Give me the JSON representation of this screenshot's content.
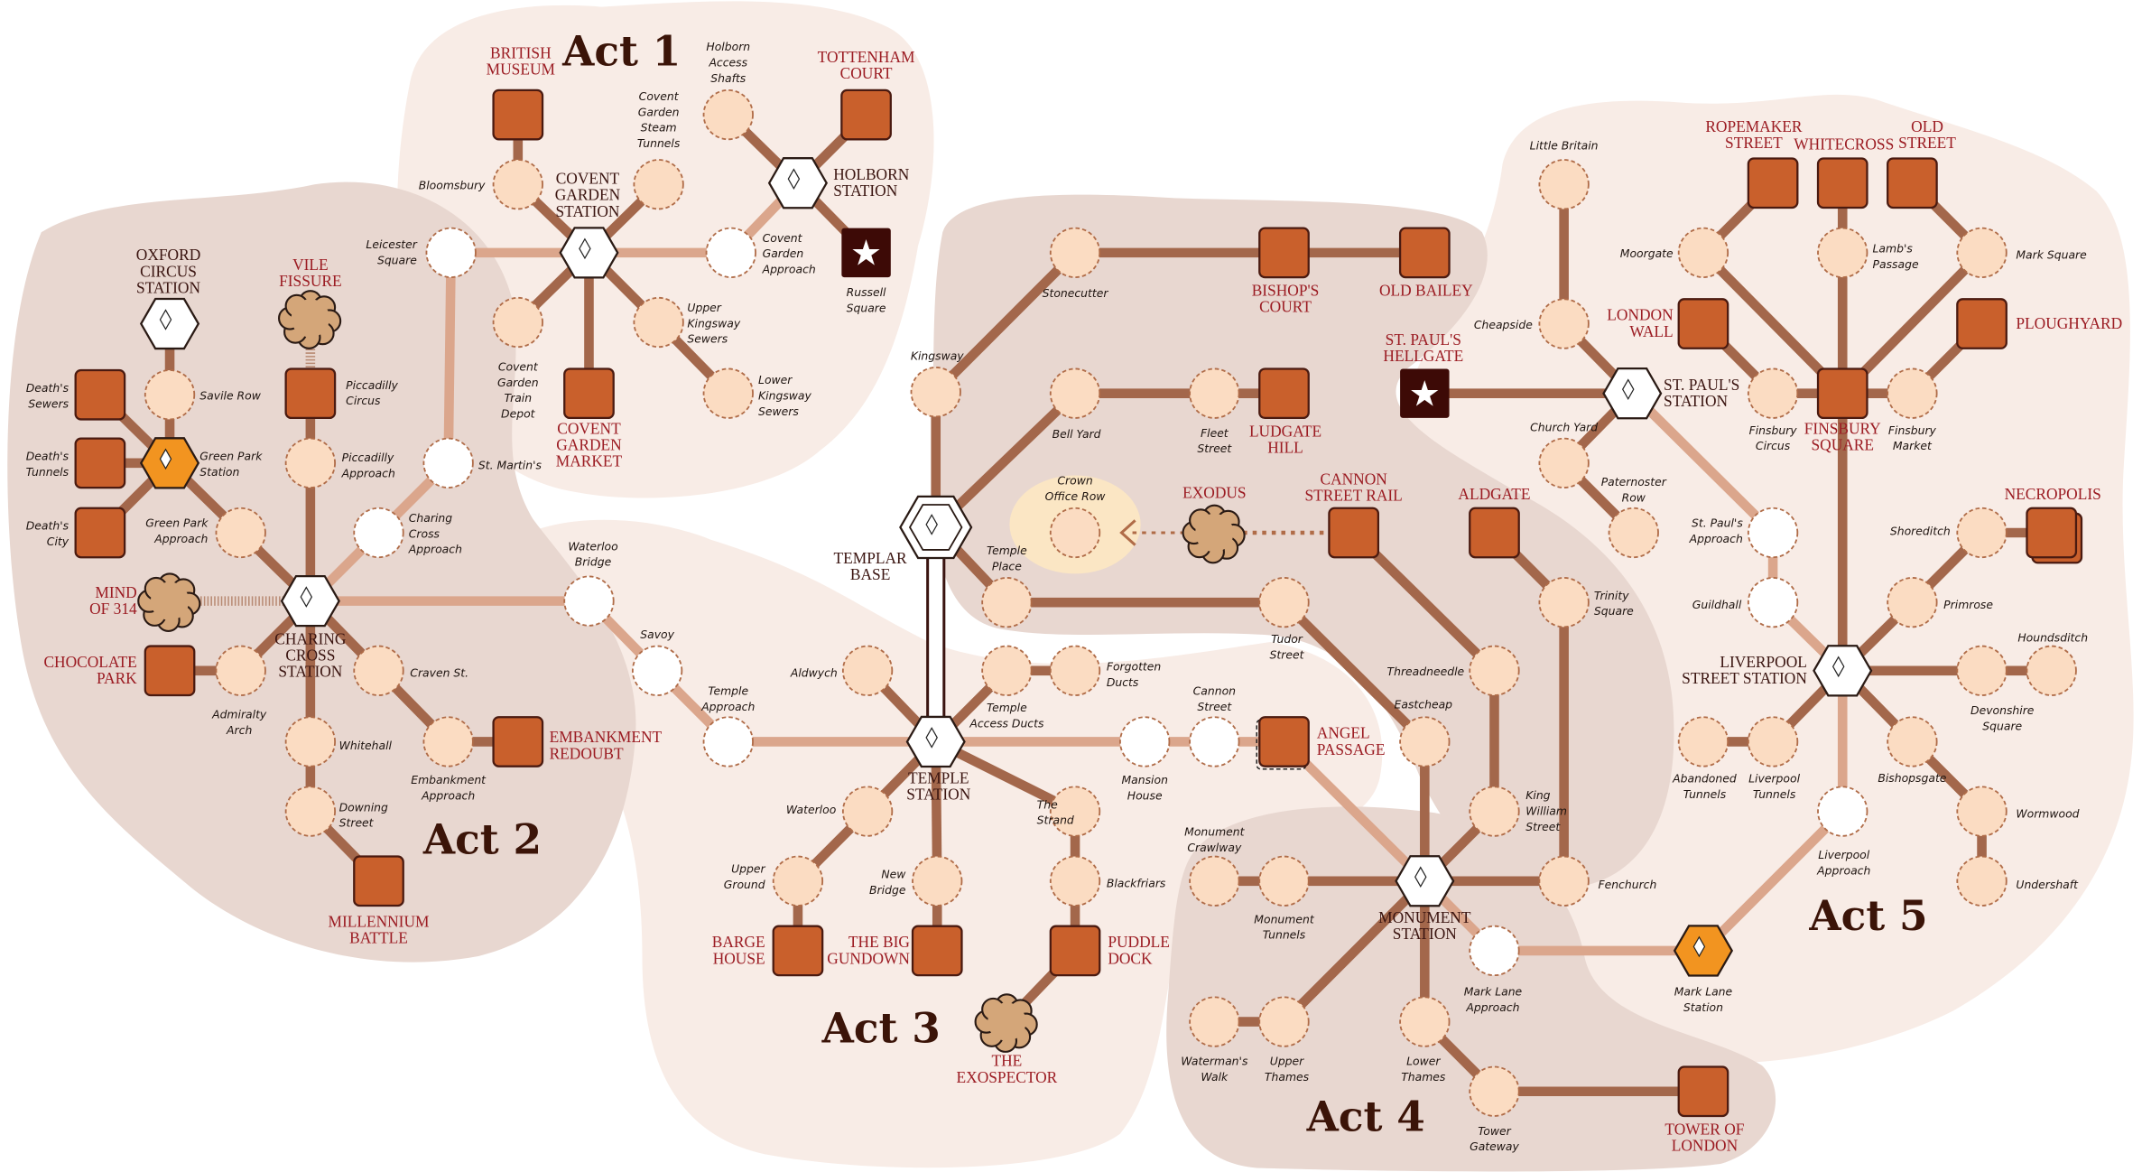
{
  "acts": [
    "Act 1",
    "Act 2",
    "Act 3",
    "Act 4",
    "Act 5"
  ],
  "colors": {
    "bg_light": "#f8ece6",
    "bg_dark": "#e8d7d0",
    "edge_dark": "#a3674b",
    "edge_light": "#dba68c",
    "node_fill": "#fbdcc2",
    "node_stroke": "#b06c48",
    "square": "#c9602c",
    "hex_orange": "#f29420",
    "cloud": "#d4a679",
    "star_box": "#3d0a06",
    "red_text": "#9b1b22"
  },
  "nodes": [
    {
      "id": "british_museum",
      "label": "BRITISH\nMUSEUM",
      "kind": "square"
    },
    {
      "id": "bloomsbury",
      "label": "Bloomsbury",
      "kind": "circle"
    },
    {
      "id": "cg_station",
      "label": "COVENT\nGARDEN\nSTATION",
      "kind": "hex"
    },
    {
      "id": "cg_steam",
      "label": "Covent\nGarden\nSteam\nTunnels",
      "kind": "circle"
    },
    {
      "id": "leicester",
      "label": "Leicester\nSquare",
      "kind": "white"
    },
    {
      "id": "cg_approach",
      "label": "Covent\nGarden\nApproach",
      "kind": "white"
    },
    {
      "id": "cg_depot",
      "label": "Covent\nGarden\nTrain\nDepot",
      "kind": "circle"
    },
    {
      "id": "cg_market",
      "label": "COVENT\nGARDEN\nMARKET",
      "kind": "square"
    },
    {
      "id": "upper_ks",
      "label": "Upper\nKingsway\nSewers",
      "kind": "circle"
    },
    {
      "id": "lower_ks",
      "label": "Lower\nKingsway\nSewers",
      "kind": "circle"
    },
    {
      "id": "holborn",
      "label": "HOLBORN\nSTATION",
      "kind": "hex"
    },
    {
      "id": "holborn_shafts",
      "label": "Holborn\nAccess\nShafts",
      "kind": "circle"
    },
    {
      "id": "tottenham",
      "label": "TOTTENHAM\nCOURT",
      "kind": "square"
    },
    {
      "id": "russell",
      "label": "Russell\nSquare",
      "kind": "star"
    },
    {
      "id": "oxford",
      "label": "OXFORD\nCIRCUS\nSTATION",
      "kind": "hex"
    },
    {
      "id": "savile",
      "label": "Savile Row",
      "kind": "circle"
    },
    {
      "id": "green_park",
      "label": "Green Park\nStation",
      "kind": "hexOrange"
    },
    {
      "id": "d_sewers",
      "label": "Death's\nSewers",
      "kind": "square"
    },
    {
      "id": "d_tunnels",
      "label": "Death's\nTunnels",
      "kind": "square"
    },
    {
      "id": "d_city",
      "label": "Death's\nCity",
      "kind": "square"
    },
    {
      "id": "gp_approach",
      "label": "Green Park\nApproach",
      "kind": "circle"
    },
    {
      "id": "charing",
      "label": "CHARING\nCROSS\nSTATION",
      "kind": "hex"
    },
    {
      "id": "vile",
      "label": "VILE\nFISSURE",
      "kind": "cloud"
    },
    {
      "id": "pic_circus",
      "label": "Piccadilly\nCircus",
      "kind": "square"
    },
    {
      "id": "pic_approach",
      "label": "Piccadilly\nApproach",
      "kind": "circle"
    },
    {
      "id": "st_martins",
      "label": "St. Martin's",
      "kind": "white"
    },
    {
      "id": "cc_approach",
      "label": "Charing\nCross\nApproach",
      "kind": "white"
    },
    {
      "id": "mind",
      "label": "MIND\nOF 314",
      "kind": "cloud"
    },
    {
      "id": "waterloo_bridge",
      "label": "Waterloo\nBridge",
      "kind": "white"
    },
    {
      "id": "chocolate",
      "label": "CHOCOLATE\nPARK",
      "kind": "square"
    },
    {
      "id": "admiralty",
      "label": "Admiralty\nArch",
      "kind": "circle"
    },
    {
      "id": "whitehall",
      "label": "Whitehall",
      "kind": "circle"
    },
    {
      "id": "craven",
      "label": "Craven St.",
      "kind": "circle"
    },
    {
      "id": "emb_approach",
      "label": "Embankment\nApproach",
      "kind": "circle"
    },
    {
      "id": "emb_redoubt",
      "label": "EMBANKMENT\nREDOUBT",
      "kind": "square"
    },
    {
      "id": "downing",
      "label": "Downing\nStreet",
      "kind": "circle"
    },
    {
      "id": "millennium",
      "label": "MILLENNIUM\nBATTLE",
      "kind": "square"
    },
    {
      "id": "savoy",
      "label": "Savoy",
      "kind": "white"
    },
    {
      "id": "temple_approach",
      "label": "Temple\nApproach",
      "kind": "white"
    },
    {
      "id": "temple",
      "label": "TEMPLE\nSTATION",
      "kind": "hex"
    },
    {
      "id": "templar",
      "label": "TEMPLAR\nBASE",
      "kind": "hexBig"
    },
    {
      "id": "kingsway",
      "label": "Kingsway",
      "kind": "circle"
    },
    {
      "id": "stonecutter",
      "label": "Stonecutter",
      "kind": "circle"
    },
    {
      "id": "bishops",
      "label": "BISHOP'S\nCOURT",
      "kind": "square"
    },
    {
      "id": "old_bailey",
      "label": "OLD BAILEY",
      "kind": "square"
    },
    {
      "id": "bell_yard",
      "label": "Bell Yard",
      "kind": "circle"
    },
    {
      "id": "fleet",
      "label": "Fleet\nStreet",
      "kind": "circle"
    },
    {
      "id": "ludgate",
      "label": "LUDGATE\nHILL",
      "kind": "square"
    },
    {
      "id": "crown",
      "label": "Crown\nOffice Row",
      "kind": "glow"
    },
    {
      "id": "exodus",
      "label": "EXODUS",
      "kind": "cloud"
    },
    {
      "id": "temple_place",
      "label": "Temple\nPlace",
      "kind": "circle"
    },
    {
      "id": "tudor",
      "label": "Tudor\nStreet",
      "kind": "circle"
    },
    {
      "id": "cannon_rail",
      "label": "CANNON\nSTREET RAIL",
      "kind": "square"
    },
    {
      "id": "aldgate",
      "label": "ALDGATE",
      "kind": "square"
    },
    {
      "id": "trinity",
      "label": "Trinity\nSquare",
      "kind": "circle"
    },
    {
      "id": "aldwych",
      "label": "Aldwych",
      "kind": "circle"
    },
    {
      "id": "temple_access",
      "label": "Temple\nAccess Ducts",
      "kind": "circle"
    },
    {
      "id": "forgotten",
      "label": "Forgotten\nDucts",
      "kind": "circle"
    },
    {
      "id": "mansion",
      "label": "Mansion\nHouse",
      "kind": "white"
    },
    {
      "id": "cannon_st",
      "label": "Cannon\nStreet",
      "kind": "white"
    },
    {
      "id": "angel",
      "label": "ANGEL\nPASSAGE",
      "kind": "squareDashed"
    },
    {
      "id": "waterloo",
      "label": "Waterloo",
      "kind": "circle"
    },
    {
      "id": "upper_ground",
      "label": "Upper\nGround",
      "kind": "circle"
    },
    {
      "id": "barge",
      "label": "BARGE\nHOUSE",
      "kind": "square"
    },
    {
      "id": "new_bridge",
      "label": "New\nBridge",
      "kind": "circle"
    },
    {
      "id": "gundown",
      "label": "THE BIG\nGUNDOWN",
      "kind": "square"
    },
    {
      "id": "strand",
      "label": "The\nStrand",
      "kind": "circle"
    },
    {
      "id": "blackfriars",
      "label": "Blackfriars",
      "kind": "circle"
    },
    {
      "id": "puddle",
      "label": "PUDDLE\nDOCK",
      "kind": "square"
    },
    {
      "id": "exospector",
      "label": "THE\nEXOSPECTOR",
      "kind": "cloud"
    },
    {
      "id": "threadneedle",
      "label": "Threadneedle",
      "kind": "circle"
    },
    {
      "id": "eastcheap",
      "label": "Eastcheap",
      "kind": "circle"
    },
    {
      "id": "king_william",
      "label": "King\nWilliam\nStreet",
      "kind": "circle"
    },
    {
      "id": "fenchurch",
      "label": "Fenchurch",
      "kind": "circle"
    },
    {
      "id": "monument",
      "label": "MONUMENT\nSTATION",
      "kind": "hex"
    },
    {
      "id": "crawlway",
      "label": "Monument\nCrawlway",
      "kind": "circle"
    },
    {
      "id": "mon_tunnels",
      "label": "Monument\nTunnels",
      "kind": "circle"
    },
    {
      "id": "ml_approach",
      "label": "Mark Lane\nApproach",
      "kind": "white"
    },
    {
      "id": "mark_lane",
      "label": "Mark Lane\nStation",
      "kind": "hexOrange"
    },
    {
      "id": "waterman",
      "label": "Waterman's\nWalk",
      "kind": "circle"
    },
    {
      "id": "upper_thames",
      "label": "Upper\nThames",
      "kind": "circle"
    },
    {
      "id": "lower_thames",
      "label": "Lower\nThames",
      "kind": "circle"
    },
    {
      "id": "tower_gateway",
      "label": "Tower\nGateway",
      "kind": "circle"
    },
    {
      "id": "tower",
      "label": "TOWER OF\nLONDON",
      "kind": "square"
    },
    {
      "id": "little_britain",
      "label": "Little Britain",
      "kind": "circle"
    },
    {
      "id": "cheapside",
      "label": "Cheapside",
      "kind": "circle"
    },
    {
      "id": "st_pauls",
      "label": "ST. PAUL'S\nSTATION",
      "kind": "hex"
    },
    {
      "id": "hellgate",
      "label": "ST. PAUL'S\nHELLGATE",
      "kind": "star"
    },
    {
      "id": "church_yard",
      "label": "Church Yard",
      "kind": "circle"
    },
    {
      "id": "paternoster",
      "label": "Paternoster\nRow",
      "kind": "circle"
    },
    {
      "id": "st_paul_approach",
      "label": "St. Paul's\nApproach",
      "kind": "white"
    },
    {
      "id": "guildhall",
      "label": "Guildhall",
      "kind": "white"
    },
    {
      "id": "liverpool",
      "label": "LIVERPOOL\nSTREET STATION",
      "kind": "hex"
    },
    {
      "id": "london_wall",
      "label": "LONDON\nWALL",
      "kind": "square"
    },
    {
      "id": "moorgate",
      "label": "Moorgate",
      "kind": "circle"
    },
    {
      "id": "ropemaker",
      "label": "ROPEMAKER\nSTREET",
      "kind": "square"
    },
    {
      "id": "whitecross",
      "label": "WHITECROSS",
      "kind": "square"
    },
    {
      "id": "old_street",
      "label": "OLD\nSTREET",
      "kind": "square"
    },
    {
      "id": "lambs",
      "label": "Lamb's\nPassage",
      "kind": "circle"
    },
    {
      "id": "mark_square",
      "label": "Mark Square",
      "kind": "circle"
    },
    {
      "id": "ploughyard",
      "label": "PLOUGHYARD",
      "kind": "square"
    },
    {
      "id": "finsbury_circus",
      "label": "Finsbury\nCircus",
      "kind": "circle"
    },
    {
      "id": "finsbury",
      "label": "FINSBURY\nSQUARE",
      "kind": "square"
    },
    {
      "id": "finsbury_market",
      "label": "Finsbury\nMarket",
      "kind": "circle"
    },
    {
      "id": "necropolis",
      "label": "NECROPOLIS",
      "kind": "stack"
    },
    {
      "id": "shoreditch",
      "label": "Shoreditch",
      "kind": "circle"
    },
    {
      "id": "primrose",
      "label": "Primrose",
      "kind": "circle"
    },
    {
      "id": "houndsditch",
      "label": "Houndsditch",
      "kind": "circle"
    },
    {
      "id": "devonshire",
      "label": "Devonshire\nSquare",
      "kind": "circle"
    },
    {
      "id": "abandoned",
      "label": "Abandoned\nTunnels",
      "kind": "circle"
    },
    {
      "id": "liv_tunnels",
      "label": "Liverpool\nTunnels",
      "kind": "circle"
    },
    {
      "id": "bishopsgate",
      "label": "Bishopsgate",
      "kind": "circle"
    },
    {
      "id": "wormwood",
      "label": "Wormwood",
      "kind": "circle"
    },
    {
      "id": "undershaft",
      "label": "Undershaft",
      "kind": "circle"
    },
    {
      "id": "liv_approach",
      "label": "Liverpool\nApproach",
      "kind": "white"
    }
  ],
  "edges": [
    [
      "bloomsbury",
      "british_museum",
      "d"
    ],
    [
      "bloomsbury",
      "cg_station",
      "d"
    ],
    [
      "cg_station",
      "cg_steam",
      "d"
    ],
    [
      "cg_station",
      "leicester",
      "l"
    ],
    [
      "cg_station",
      "cg_approach",
      "l"
    ],
    [
      "cg_station",
      "cg_depot",
      "d"
    ],
    [
      "cg_station",
      "cg_market",
      "d"
    ],
    [
      "cg_station",
      "upper_ks",
      "d"
    ],
    [
      "upper_ks",
      "lower_ks",
      "d"
    ],
    [
      "cg_approach",
      "holborn",
      "l"
    ],
    [
      "holborn",
      "holborn_shafts",
      "d"
    ],
    [
      "holborn",
      "tottenham",
      "d"
    ],
    [
      "holborn",
      "russell",
      "d"
    ],
    [
      "leicester",
      "st_martins",
      "l"
    ],
    [
      "st_martins",
      "cc_approach",
      "l"
    ],
    [
      "cc_approach",
      "charing",
      "l"
    ],
    [
      "oxford",
      "savile",
      "d"
    ],
    [
      "savile",
      "green_park",
      "d"
    ],
    [
      "green_park",
      "d_sewers",
      "d"
    ],
    [
      "green_park",
      "d_tunnels",
      "d"
    ],
    [
      "green_park",
      "d_city",
      "d"
    ],
    [
      "green_park",
      "gp_approach",
      "d"
    ],
    [
      "gp_approach",
      "charing",
      "d"
    ],
    [
      "vile",
      "pic_circus",
      "h"
    ],
    [
      "pic_circus",
      "pic_approach",
      "d"
    ],
    [
      "pic_approach",
      "charing",
      "d"
    ],
    [
      "mind",
      "charing",
      "h"
    ],
    [
      "charing",
      "waterloo_bridge",
      "l"
    ],
    [
      "charing",
      "admiralty",
      "d"
    ],
    [
      "admiralty",
      "chocolate",
      "d"
    ],
    [
      "charing",
      "whitehall",
      "d"
    ],
    [
      "whitehall",
      "downing",
      "d"
    ],
    [
      "downing",
      "millennium",
      "d"
    ],
    [
      "charing",
      "craven",
      "d"
    ],
    [
      "craven",
      "emb_approach",
      "d"
    ],
    [
      "emb_approach",
      "emb_redoubt",
      "d"
    ],
    [
      "waterloo_bridge",
      "savoy",
      "l"
    ],
    [
      "savoy",
      "temple_approach",
      "l"
    ],
    [
      "temple_approach",
      "temple",
      "l"
    ],
    [
      "templar",
      "temple",
      "w"
    ],
    [
      "templar",
      "kingsway",
      "d"
    ],
    [
      "kingsway",
      "stonecutter",
      "d"
    ],
    [
      "stonecutter",
      "bishops",
      "d"
    ],
    [
      "bishops",
      "old_bailey",
      "d"
    ],
    [
      "templar",
      "bell_yard",
      "d"
    ],
    [
      "bell_yard",
      "fleet",
      "d"
    ],
    [
      "fleet",
      "ludgate",
      "d"
    ],
    [
      "templar",
      "temple_place",
      "d"
    ],
    [
      "temple_place",
      "tudor",
      "d"
    ],
    [
      "tudor",
      "eastcheap",
      "d"
    ],
    [
      "cannon_rail",
      "threadneedle",
      "d"
    ],
    [
      "threadneedle",
      "king_william",
      "d"
    ],
    [
      "aldgate",
      "trinity",
      "d"
    ],
    [
      "trinity",
      "fenchurch",
      "d"
    ],
    [
      "exodus",
      "cannon_rail",
      "o"
    ],
    [
      "exodus",
      "crown",
      "a"
    ],
    [
      "temple",
      "aldwych",
      "d"
    ],
    [
      "temple",
      "temple_access",
      "d"
    ],
    [
      "temple_access",
      "forgotten",
      "d"
    ],
    [
      "temple",
      "mansion",
      "l"
    ],
    [
      "mansion",
      "cannon_st",
      "l"
    ],
    [
      "cannon_st",
      "angel",
      "l"
    ],
    [
      "angel",
      "monument",
      "l"
    ],
    [
      "temple",
      "waterloo",
      "d"
    ],
    [
      "waterloo",
      "upper_ground",
      "d"
    ],
    [
      "upper_ground",
      "barge",
      "d"
    ],
    [
      "temple",
      "new_bridge",
      "d"
    ],
    [
      "new_bridge",
      "gundown",
      "d"
    ],
    [
      "temple",
      "strand",
      "d"
    ],
    [
      "strand",
      "blackfriars",
      "d"
    ],
    [
      "blackfriars",
      "puddle",
      "d"
    ],
    [
      "puddle",
      "exospector",
      "d"
    ],
    [
      "eastcheap",
      "monument",
      "d"
    ],
    [
      "king_william",
      "monument",
      "d"
    ],
    [
      "fenchurch",
      "monument",
      "d"
    ],
    [
      "monument",
      "mon_tunnels",
      "d"
    ],
    [
      "mon_tunnels",
      "crawlway",
      "d"
    ],
    [
      "monument",
      "upper_thames",
      "d"
    ],
    [
      "upper_thames",
      "waterman",
      "d"
    ],
    [
      "monument",
      "lower_thames",
      "d"
    ],
    [
      "lower_thames",
      "tower_gateway",
      "d"
    ],
    [
      "tower_gateway",
      "tower",
      "d"
    ],
    [
      "monument",
      "ml_approach",
      "l"
    ],
    [
      "ml_approach",
      "mark_lane",
      "l"
    ],
    [
      "mark_lane",
      "liv_approach",
      "l"
    ],
    [
      "liv_approach",
      "liverpool",
      "l"
    ],
    [
      "little_britain",
      "cheapside",
      "d"
    ],
    [
      "cheapside",
      "st_pauls",
      "d"
    ],
    [
      "hellgate",
      "st_pauls",
      "d"
    ],
    [
      "st_pauls",
      "church_yard",
      "d"
    ],
    [
      "church_yard",
      "paternoster",
      "d"
    ],
    [
      "st_pauls",
      "st_paul_approach",
      "l"
    ],
    [
      "st_paul_approach",
      "guildhall",
      "l"
    ],
    [
      "guildhall",
      "liverpool",
      "l"
    ],
    [
      "london_wall",
      "finsbury_circus",
      "d"
    ],
    [
      "finsbury_circus",
      "finsbury",
      "d"
    ],
    [
      "moorgate",
      "ropemaker",
      "d"
    ],
    [
      "moorgate",
      "finsbury",
      "d"
    ],
    [
      "whitecross",
      "lambs",
      "d"
    ],
    [
      "lambs",
      "finsbury",
      "d"
    ],
    [
      "old_street",
      "mark_square",
      "d"
    ],
    [
      "mark_square",
      "finsbury",
      "d"
    ],
    [
      "ploughyard",
      "finsbury_market",
      "d"
    ],
    [
      "finsbury_market",
      "finsbury",
      "d"
    ],
    [
      "finsbury",
      "liverpool",
      "d"
    ],
    [
      "liverpool",
      "primrose",
      "d"
    ],
    [
      "primrose",
      "shoreditch",
      "d"
    ],
    [
      "shoreditch",
      "necropolis",
      "d"
    ],
    [
      "liverpool",
      "devonshire",
      "d"
    ],
    [
      "devonshire",
      "houndsditch",
      "d"
    ],
    [
      "liverpool",
      "liv_tunnels",
      "d"
    ],
    [
      "liv_tunnels",
      "abandoned",
      "d"
    ],
    [
      "liverpool",
      "bishopsgate",
      "d"
    ],
    [
      "bishopsgate",
      "wormwood",
      "d"
    ],
    [
      "wormwood",
      "undershaft",
      "d"
    ]
  ]
}
